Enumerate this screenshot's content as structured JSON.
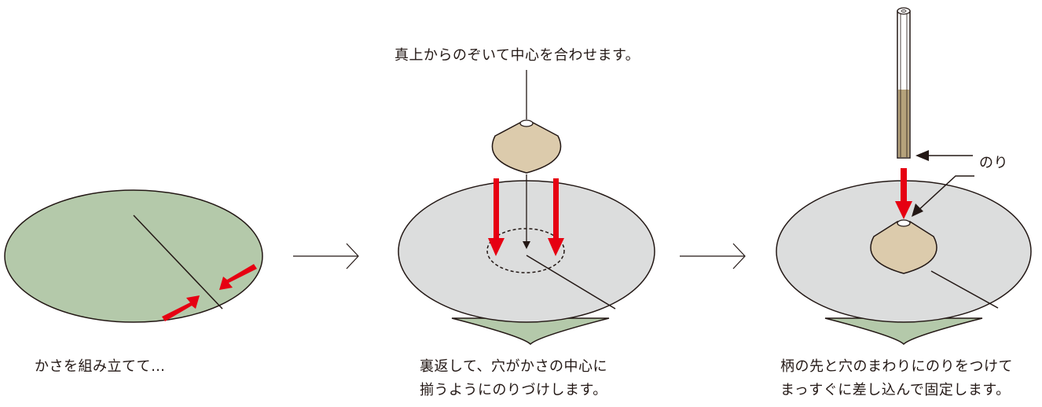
{
  "steps": [
    {
      "caption": [
        "かさを組み立てて…"
      ]
    },
    {
      "caption": [
        "裏返して、穴がかさの中心に",
        "揃うようにのりづけします。"
      ],
      "instruction": "真上からのぞいて中心を合わせます。"
    },
    {
      "caption": [
        "柄の先と穴のまわりにのりをつけて",
        "まっすぐに差し込んで固定します。"
      ],
      "glue_label": "のり"
    }
  ],
  "colors": {
    "umbrella_green": "#b4c9aa",
    "umbrella_gray": "#dcdddd",
    "cone_tan": "#dccbac",
    "stick_tan": "#b5a27b",
    "outline": "#231815",
    "arrow_red": "#e60012"
  }
}
